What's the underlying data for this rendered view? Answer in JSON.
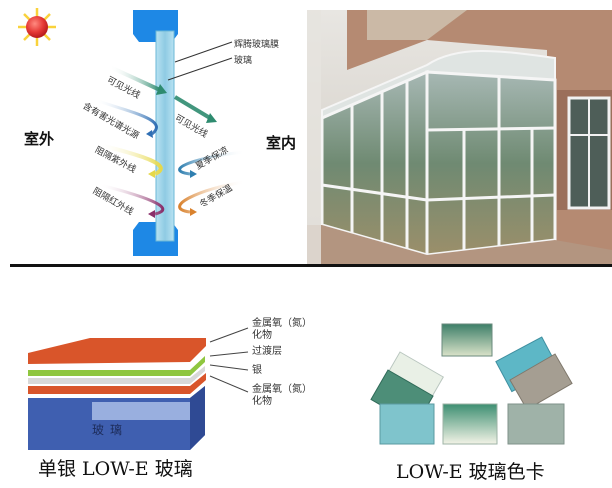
{
  "diagram_top_left": {
    "title": "LOW-E glass light transmission diagram",
    "outdoor_label": "室外",
    "indoor_label": "室内",
    "pointer_labels": [
      "辉腾玻璃膜",
      "玻璃"
    ],
    "outdoor_rays": [
      {
        "label": "可见光线",
        "color": "#2e8b6f"
      },
      {
        "label": "含有害光谱光源",
        "color": "#2f6fb4"
      },
      {
        "label": "阻隔紫外线",
        "color": "#e6d84a"
      },
      {
        "label": "阻隔红外线",
        "color": "#8a2f6a"
      }
    ],
    "indoor_rays": [
      {
        "label": "可见光线",
        "color": "#2e8b6f"
      },
      {
        "label": "夏季保凉",
        "color": "#2f7fb0"
      },
      {
        "label": "冬季保温",
        "color": "#d9822e"
      }
    ],
    "colors": {
      "frame": "#1e88e5",
      "glass": "#9fd3ea",
      "sun_core": "#e53935",
      "sun_rays": "#f9d23b"
    }
  },
  "photo_top_right": {
    "description": "Sunroom with white-framed glass walls attached to brick house"
  },
  "layers_bottom_left": {
    "glass_label": "玻璃",
    "layer_labels": [
      {
        "text": "金属氧（氮）\n化物"
      },
      {
        "text": "过渡层"
      },
      {
        "text": "银"
      },
      {
        "text": "金属氧（氮）\n化物"
      }
    ],
    "colors": {
      "oxide": "#d9552a",
      "transition": "#8fc63f",
      "silver": "#d8d8d8",
      "glass_block": "#3f5fb0"
    },
    "caption": "单银 LOW-E 玻璃"
  },
  "swatches_bottom_right": {
    "swatch_colors": [
      "#6fa88a",
      "#e9f0e6",
      "#4d8e78",
      "#5db7c6",
      "#a59e92",
      "#7fc4cc",
      "#6fb09a",
      "#9fb2a8"
    ],
    "caption": "LOW-E 玻璃色卡"
  }
}
